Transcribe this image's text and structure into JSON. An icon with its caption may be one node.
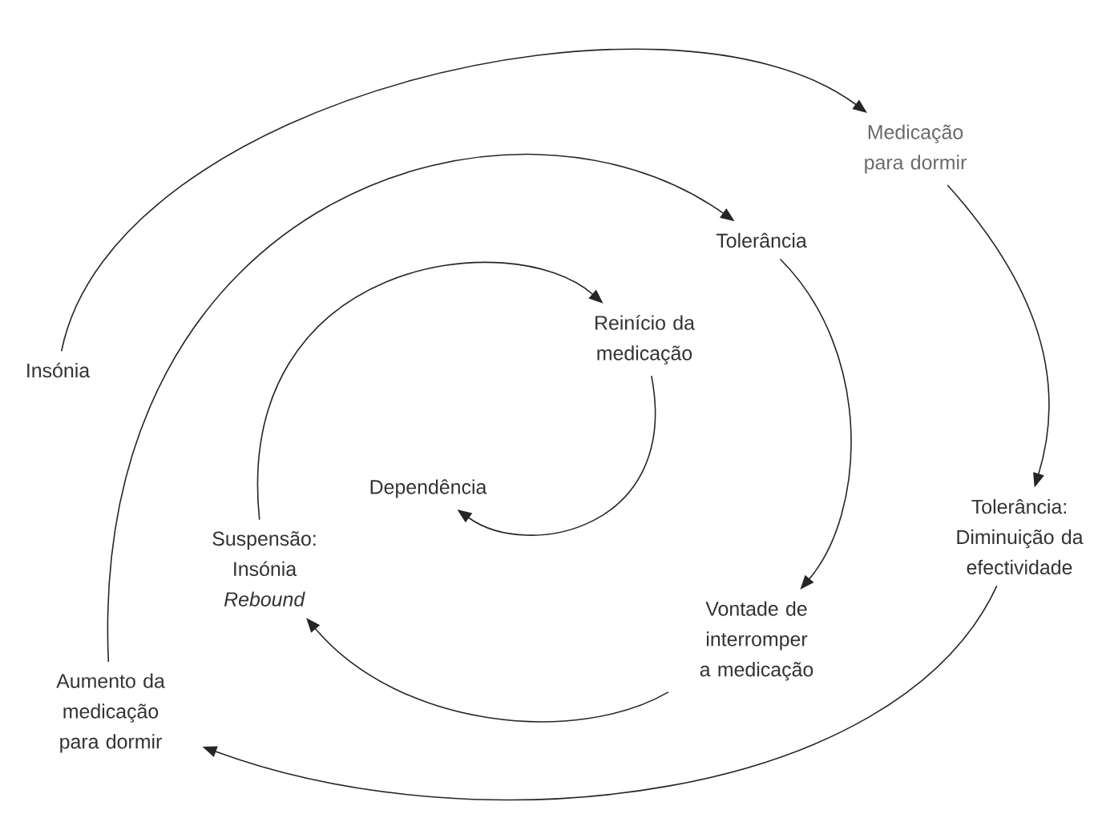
{
  "diagram": {
    "nodes": [
      {
        "text": [
          "Insónia"
        ]
      },
      {
        "text": [
          "Medicação para dormir"
        ]
      },
      {
        "text": [
          "Tolerância"
        ]
      },
      {
        "text": [
          "Reinício da medicação"
        ]
      },
      {
        "text": [
          "Dependência"
        ]
      },
      {
        "text": [
          "Tolerância: Diminuição da efectividade"
        ]
      },
      {
        "text": [
          "Suspensão: Insónia *Rebound*"
        ]
      },
      {
        "text": [
          "Vontade de interromper a medicação"
        ]
      },
      {
        "text": [
          "Aumento da medicação para dormir"
        ]
      }
    ],
    "edges": [
      {
        "from": 0,
        "to": 1,
        "arrow": "to"
      },
      {
        "from": 1,
        "to": 5,
        "arrow": "to"
      },
      {
        "from": 5,
        "to": 8,
        "arrow": "to"
      },
      {
        "from": 8,
        "to": 2,
        "arrow": "to"
      },
      {
        "from": 2,
        "to": 7,
        "arrow": "to"
      },
      {
        "from": 7,
        "to": 6,
        "arrow": "to"
      },
      {
        "from": 6,
        "to": 3,
        "arrow": "to"
      },
      {
        "from": 3,
        "to": 4,
        "arrow": "to"
      }
    ]
  }
}
